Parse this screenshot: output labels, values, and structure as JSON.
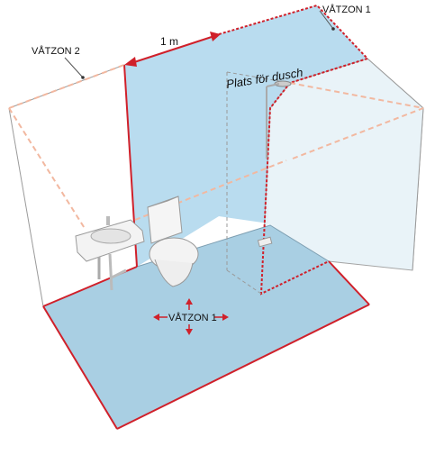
{
  "labels": {
    "wet_zone_1_top": "VÅTZON 1",
    "wet_zone_2": "VÅTZON 2",
    "one_meter": "1 m",
    "shower_place": "Plats för dusch",
    "wet_zone_1_floor": "VÅTZON 1"
  },
  "colors": {
    "wet_zone_fill": "#b9dcef",
    "floor_fill": "#a9cfe3",
    "zone_edge_red": "#d0202a",
    "zone2_dashed": "#f2b8a0",
    "outline_gray": "#9a9a9a"
  },
  "icons": [
    "sink-icon",
    "toilet-icon",
    "shower-head-icon",
    "floor-drain-icon",
    "four-way-arrow-icon"
  ]
}
